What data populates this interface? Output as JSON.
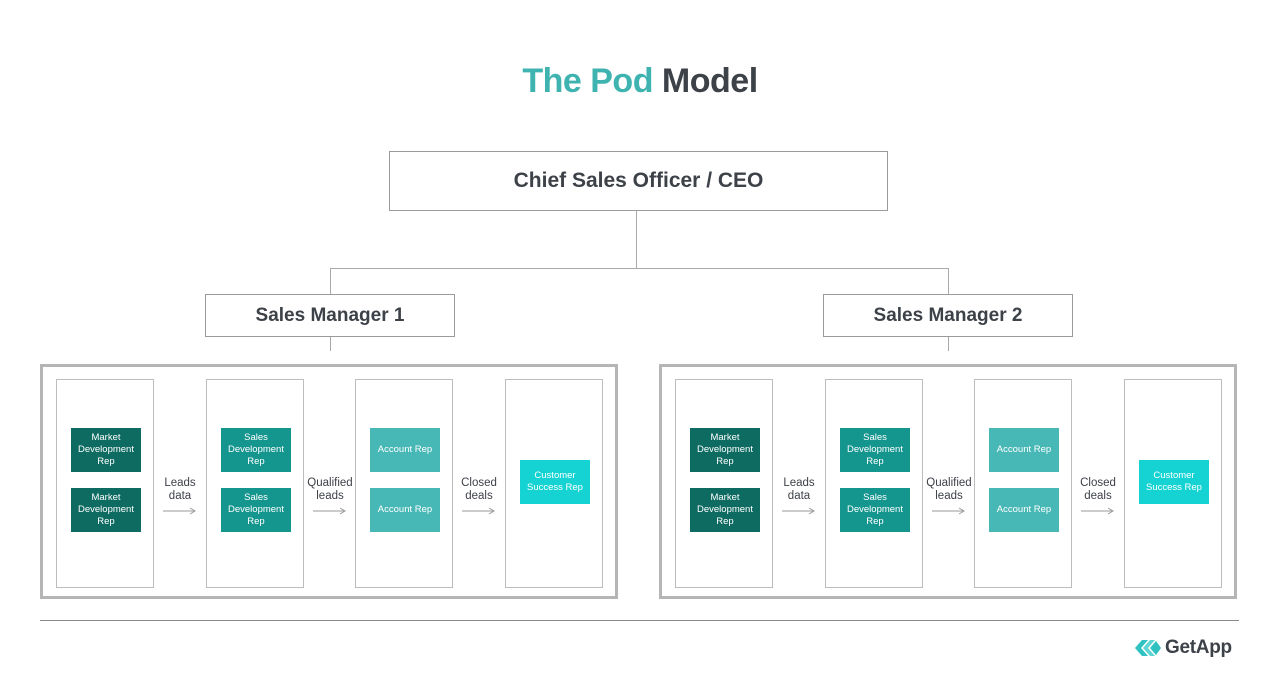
{
  "title": {
    "accent": "The Pod",
    "rest": "Model"
  },
  "ceo": {
    "label": "Chief Sales Officer / CEO"
  },
  "managers": [
    {
      "label": "Sales Manager 1"
    },
    {
      "label": "Sales Manager 2"
    }
  ],
  "pod": {
    "market_dev_rep": "Market Development Rep",
    "sales_dev_rep": "Sales Development Rep",
    "account_rep": "Account Rep",
    "customer_success_rep": "Customer Success Rep",
    "flow_leads": "Leads data",
    "flow_qualified": "Qualified leads",
    "flow_closed": "Closed deals"
  },
  "colors": {
    "title_accent": "#3fb3b0",
    "market_dev": "#0e6b62",
    "sales_dev": "#14958e",
    "account": "#48b8b6",
    "customer_success": "#16d3d3"
  },
  "brand": {
    "logo_text": "GetApp",
    "logo_icon": "getapp-chevrons-icon"
  }
}
